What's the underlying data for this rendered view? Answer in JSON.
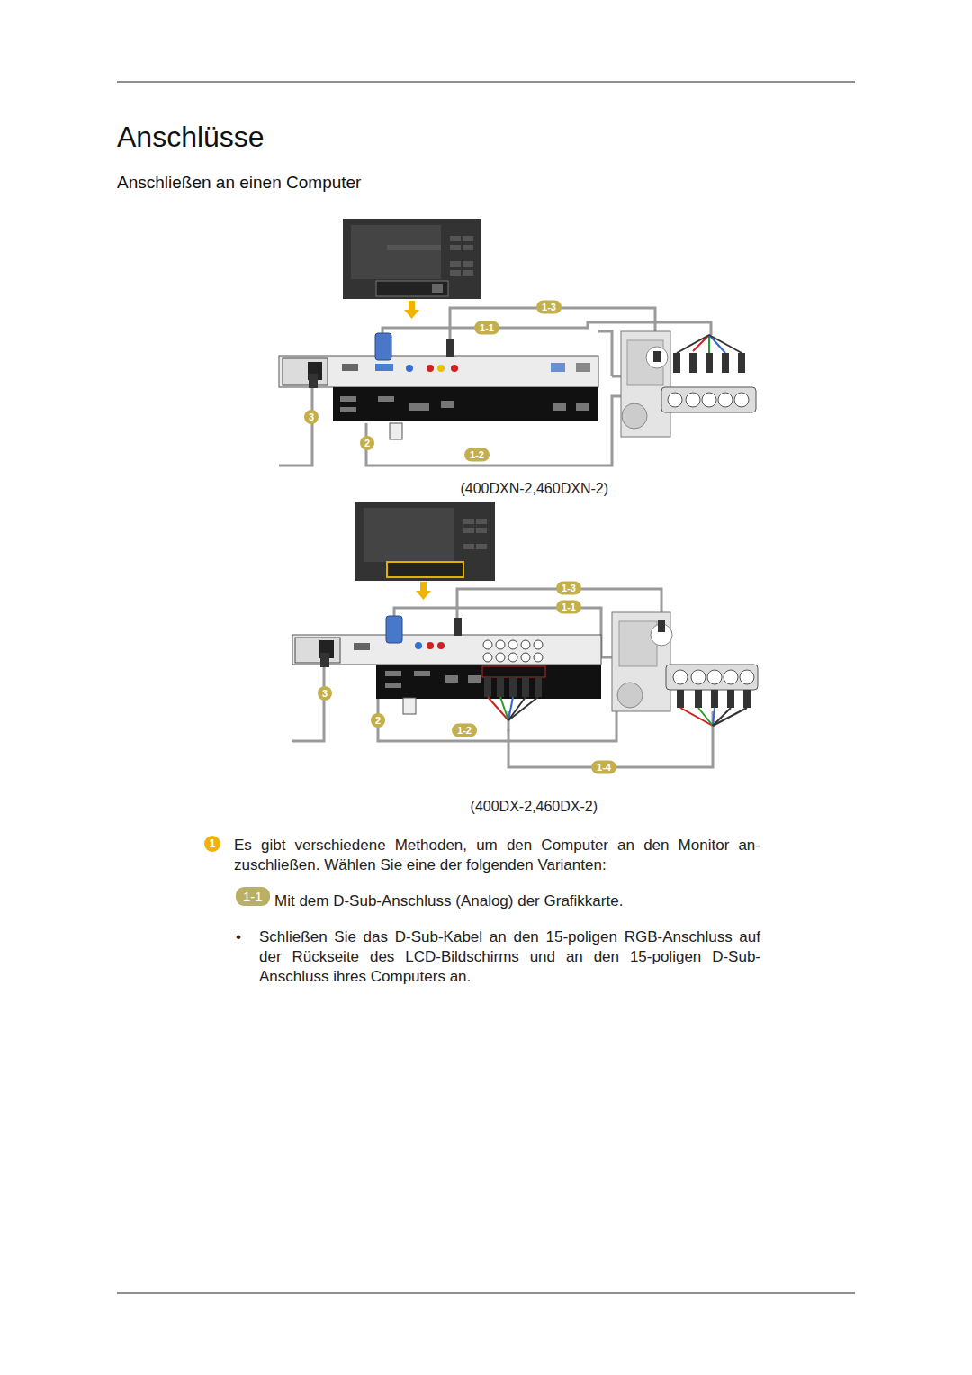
{
  "diagram": {
    "title": "Anschlüsse",
    "labels": [
      "Anschließen an einen Computer",
      "1-3",
      "1-1",
      "3",
      "2",
      "1-2",
      "(400DXN-2,460DXN-2)",
      "1-3",
      "1-1",
      "3",
      "2",
      "1-2",
      "1-4",
      "(400DX-2,460DX-2)",
      "1",
      "Es gibt verschiedene Methoden, um den Computer an den Monitor an- zuschließen. Wählen Sie eine der folgenden Varianten:",
      "1-1",
      "Mit dem D-Sub-Anschluss (Analog) der Grafikkarte.",
      "•",
      "Schließen Sie das D-Sub-Kabel an den 15-poligen RGB-Anschluss auf der Rückseite des LCD-Bildschirms und an den 15-poligen D-Sub-Anschluss ihres Computers an."
    ]
  }
}
